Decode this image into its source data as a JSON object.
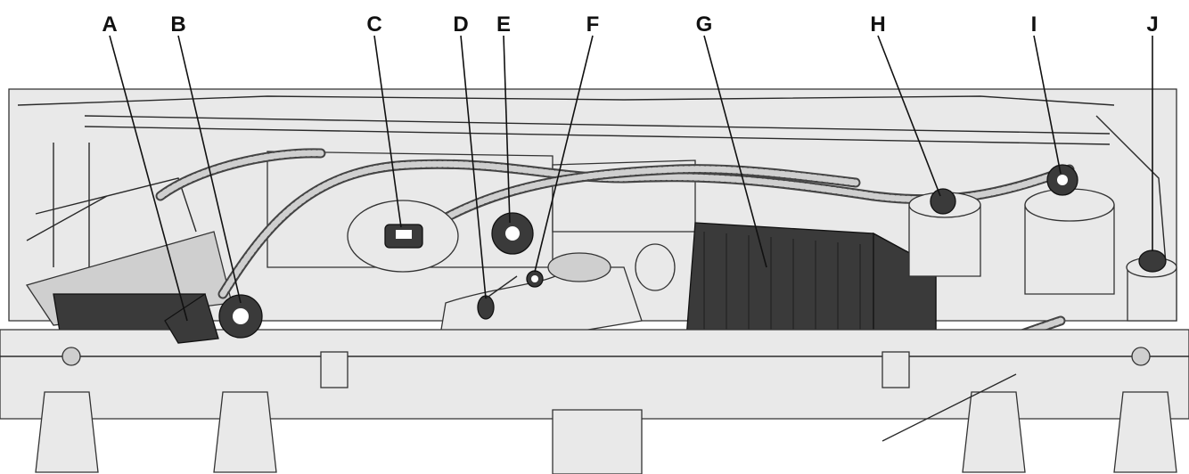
{
  "diagram": {
    "callouts": [
      {
        "id": "A",
        "label": "A"
      },
      {
        "id": "B",
        "label": "B"
      },
      {
        "id": "C",
        "label": "C"
      },
      {
        "id": "D",
        "label": "D"
      },
      {
        "id": "E",
        "label": "E"
      },
      {
        "id": "F",
        "label": "F"
      },
      {
        "id": "G",
        "label": "G"
      },
      {
        "id": "H",
        "label": "H"
      },
      {
        "id": "I",
        "label": "I"
      },
      {
        "id": "J",
        "label": "J"
      }
    ]
  }
}
